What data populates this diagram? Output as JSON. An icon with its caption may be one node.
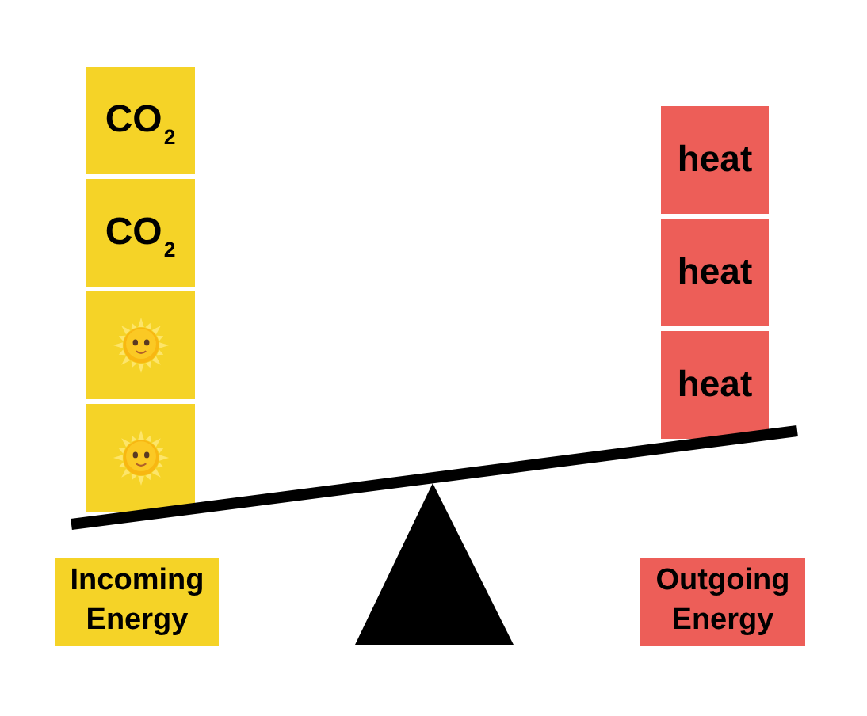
{
  "diagram": {
    "nodes": [
      {
        "text": [
          "CO$_{2}$"
        ]
      },
      {
        "text": [
          "CO$_{2}$"
        ]
      },
      {
        "text": [],
        "shape": "picture"
      },
      {
        "text": [],
        "shape": "picture"
      },
      {
        "text": [
          "heat"
        ]
      },
      {
        "text": [
          "heat"
        ]
      },
      {
        "text": [
          "heat"
        ]
      },
      {
        "text": [
          "Incoming Energy"
        ]
      },
      {
        "text": [
          "Outgoing Energy"
        ]
      }
    ]
  }
}
